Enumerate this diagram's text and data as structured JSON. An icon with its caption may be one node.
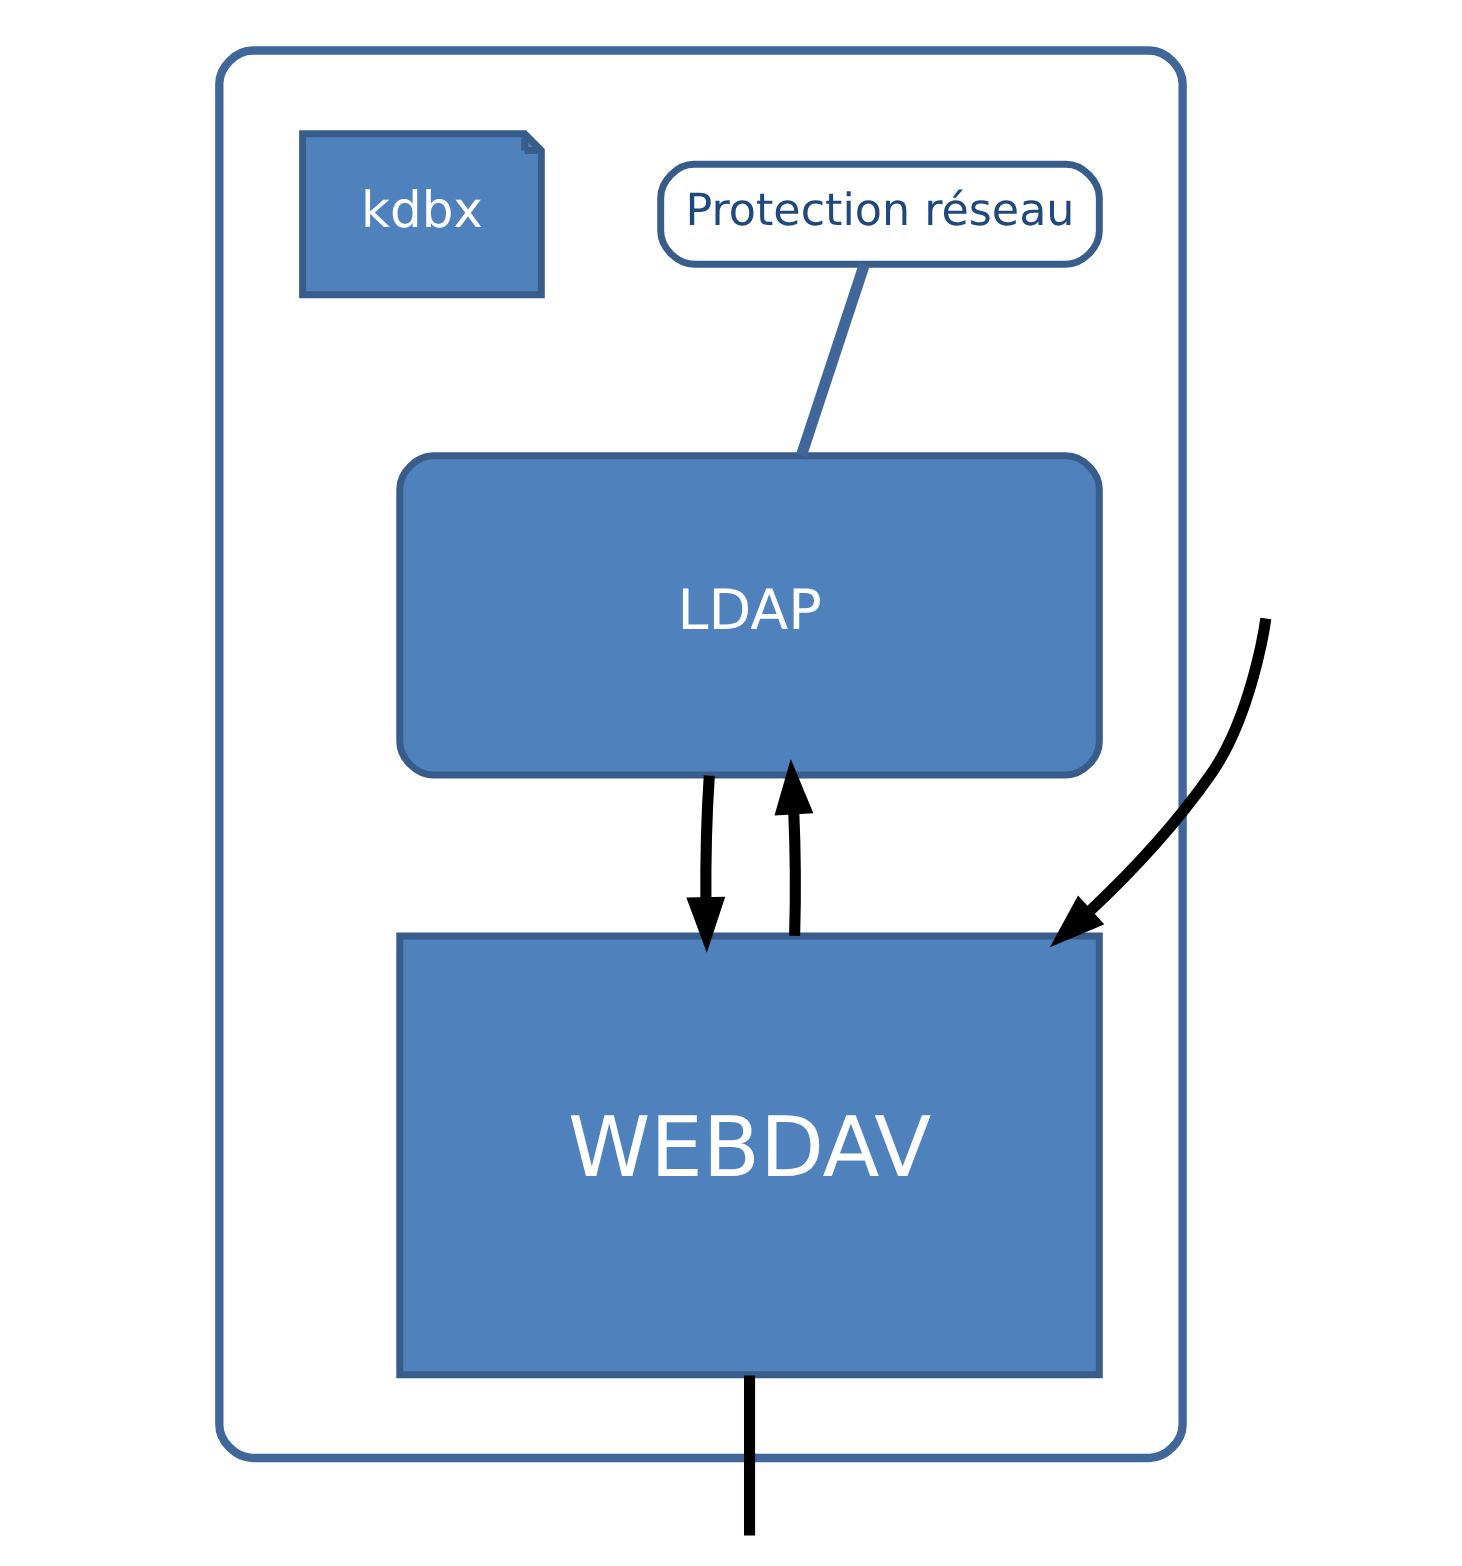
{
  "diagram": {
    "nodes": [
      {
        "text": [],
        "shape": "box"
      },
      {
        "text": [
          "Protection réseau"
        ],
        "in": 0
      },
      {
        "text": [
          "WEBDAV"
        ],
        "in": 0
      },
      {
        "text": [
          "kdbx"
        ],
        "in": 0
      },
      {
        "text": [
          "LDAP"
        ],
        "in": 0
      }
    ],
    "edges": [
      {
        "from": null,
        "to": 2,
        "arrow": "to"
      },
      {
        "from": 2,
        "to": null,
        "arrow": "none"
      },
      {
        "from": 2,
        "to": 4,
        "arrow": "to"
      },
      {
        "from": 4,
        "to": 2,
        "arrow": "to"
      },
      {
        "from": 1,
        "to": 0,
        "arrow": "none",
        "color": "#41679a"
      }
    ]
  }
}
